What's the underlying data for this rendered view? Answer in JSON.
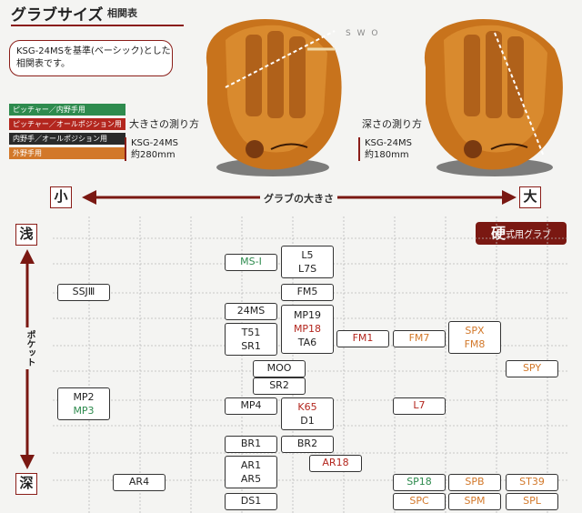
{
  "header": {
    "title": "グラブサイズ",
    "subtitle": "相関表",
    "intro_line1": "KSG-24MSを基準(ベーシック)とした",
    "intro_line2": "相関表です。"
  },
  "legend": [
    {
      "label": "ピッチャー／内野手用",
      "color": "#2e8b4e"
    },
    {
      "label": "ピッチャー／オールポジション用",
      "color": "#b3261e"
    },
    {
      "label": "内野手／オールポジション用",
      "color": "#2a2a2a"
    },
    {
      "label": "外野手用",
      "color": "#d2782a"
    }
  ],
  "measure": {
    "size_label": "大きさの測り方",
    "size_model": "KSG-24MS",
    "size_value": "約280mm",
    "depth_label": "深さの測り方",
    "depth_model": "KSG-24MS",
    "depth_value": "約180mm"
  },
  "size_axis": {
    "small": "小",
    "large": "大",
    "caption": "グラブの大きさ"
  },
  "pocket_axis": {
    "shallow": "浅",
    "deep": "深",
    "caption": "ポケット"
  },
  "hardball": {
    "big": "硬",
    "rest": "式用グラブ"
  },
  "models": {
    "ms1": "MS-I",
    "l5": "L5",
    "l7s": "L7S",
    "ssj3": "SSJⅢ",
    "fm5": "FM5",
    "m24ms": "24MS",
    "mp19": "MP19",
    "mp18": "MP18",
    "ta6": "TA6",
    "t51": "T51",
    "sr1": "SR1",
    "fm1": "FM1",
    "fm7": "FM7",
    "spx": "SPX",
    "fm8": "FM8",
    "m00": "MOO",
    "spy": "SPY",
    "sr2": "SR2",
    "mp2": "MP2",
    "mp3": "MP3",
    "mp4": "MP4",
    "k65": "K65",
    "d1": "D1",
    "l7": "L7",
    "br1": "BR1",
    "br2": "BR2",
    "ar18": "AR18",
    "ar1": "AR1",
    "ar5": "AR5",
    "ar4": "AR4",
    "sp18": "SP18",
    "spb": "SPB",
    "st39": "ST39",
    "ds1": "DS1",
    "spc": "SPC",
    "spm": "SPM",
    "spl": "SPL"
  }
}
